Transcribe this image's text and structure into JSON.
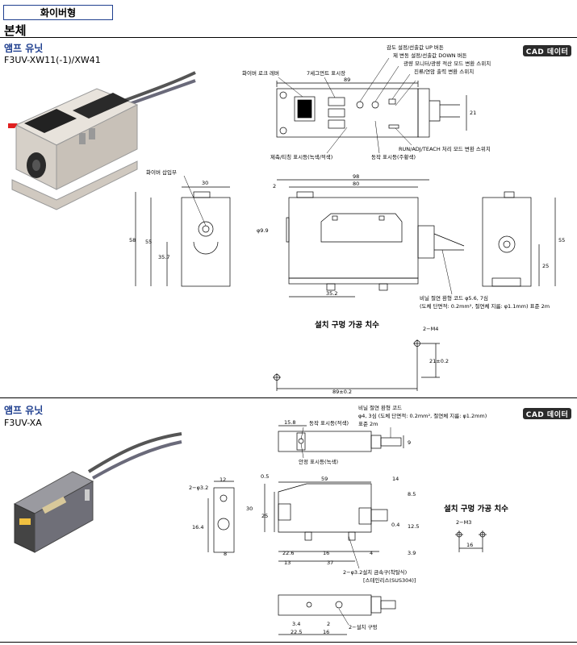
{
  "tab_label": "화이버형",
  "main_title": "본체",
  "sections": [
    {
      "title": "앰프 유닛",
      "model": "F3UV-XW11(-1)/XW41",
      "cad_label": "CAD 데이터"
    },
    {
      "title": "앰프 유닛",
      "model": "F3UV-XA",
      "cad_label": "CAD 데이터"
    }
  ],
  "top_labels": {
    "up_button": "감도 설정/선출값 UP 버튼",
    "down_button": "제 변동 설정/선출값 DOWN 버튼",
    "monitor_switch": "광량 모니터/광량 적산 모드 변환 스위치",
    "mode_switch": "진류/연암 출력 변환 스위치",
    "lock_lever": "화이버 로크 레버",
    "seg_display": "7세그먼트 표시장",
    "run_switch": "RUN/ADJ/TEACH 처리 모드 변환 스위치",
    "status_lamp": "제축/티칭 표시등(녹색/적색)",
    "op_lamp": "동작 표시등(주황색)",
    "fiber_port": "화이버 삽입부",
    "cable_note_1": "비닐 절연 환형 코드 φ5.6, 7심",
    "cable_note_2": "(도체 단면적: 0.2mm², 절연체 지름: φ1.1mm) 표준 2m",
    "mount_title": "설치 구멍 가공 치수",
    "mount_m4": "2−M4",
    "mount_v": "21±0.2",
    "mount_h": "89±0.2"
  },
  "top_dims": {
    "d89": "89",
    "d21": "21",
    "d98": "98",
    "d80": "80",
    "d30": "30",
    "d58": "58",
    "d55": "55",
    "d35_7": "35.7",
    "d9_9": "φ9.9",
    "d2": "2",
    "d35_2": "35.2",
    "d55r": "55",
    "d25": "25"
  },
  "bottom_labels": {
    "cable_1": "비닐 절연 환형 코드",
    "cable_2": "φ4, 3심 (도체 단면적: 0.2mm², 절연체 지름: φ1.2mm)",
    "cable_3": "표준 2m",
    "op_lamp": "동작 표시등(적색)",
    "stable_lamp": "안정 표시등(녹색)",
    "mount_note_1": "2−φ3.2설치 금속구(착탈식)",
    "mount_note_2": "[스테인리스(SUS304)]",
    "mount_hole": "2−설치 구멍",
    "mount_title": "설치 구멍 가공 치수",
    "mount_m3": "2−M3",
    "mount_16": "16"
  },
  "bottom_dims": {
    "d15_8": "15.8",
    "d9": "9",
    "d2_32": "2−φ3.2",
    "d12": "12",
    "d16_4": "16.4",
    "d8": "8",
    "d0_5": "0.5",
    "d59": "59",
    "d14": "14",
    "d30": "30",
    "d25": "25",
    "d8_5": "8.5",
    "d0_4": "0.4",
    "d12_5": "12.5",
    "d3_9": "3.9",
    "d22_6": "22.6",
    "d16": "16",
    "d4": "4",
    "d13": "13",
    "d37": "37",
    "d3_4": "3.4",
    "d2b": "2",
    "d22_5": "22.5",
    "d16b": "16"
  }
}
